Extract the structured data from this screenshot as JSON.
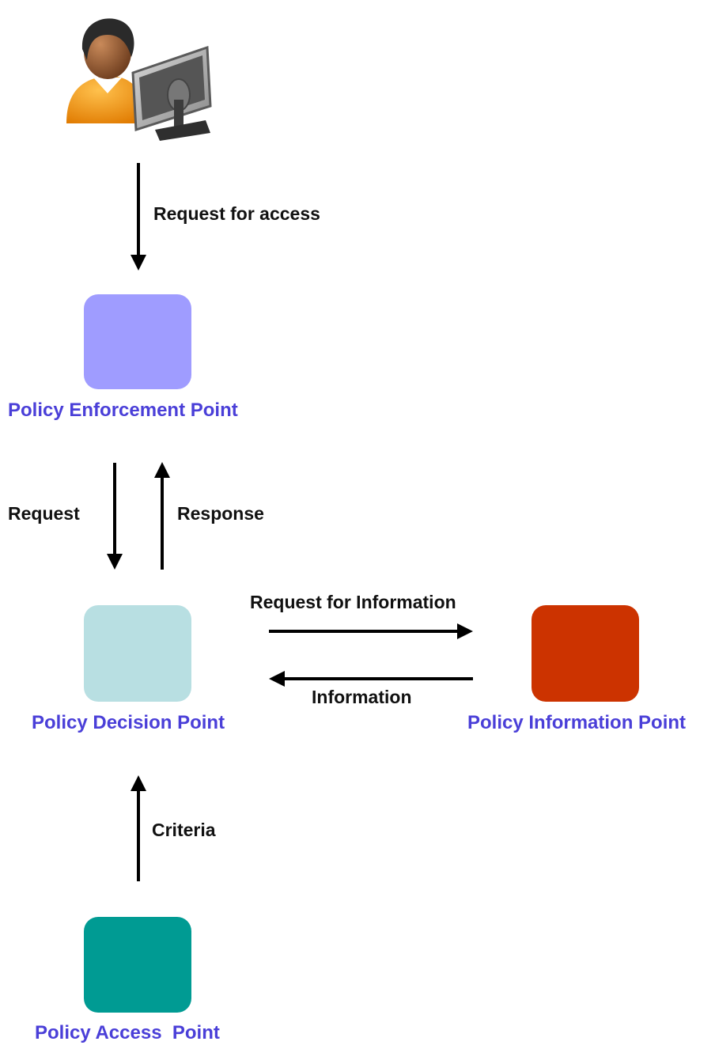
{
  "user": {
    "icon": "user-at-computer-icon"
  },
  "nodes": {
    "pep": {
      "label": "Policy Enforcement Point",
      "color": "#9f9cff"
    },
    "pdp": {
      "label": "Policy Decision Point",
      "color": "#b8dfe2"
    },
    "pip": {
      "label": "Policy Information Point",
      "color": "#cc3300"
    },
    "pap": {
      "label": "Policy Access  Point",
      "color": "#009b93"
    }
  },
  "edges": {
    "request_for_access": "Request for access",
    "request": "Request",
    "response": "Response",
    "request_for_information": "Request for Information",
    "information": "Information",
    "criteria": "Criteria"
  },
  "colors": {
    "label_text": "#4a3fd8",
    "arrow": "#000000"
  }
}
